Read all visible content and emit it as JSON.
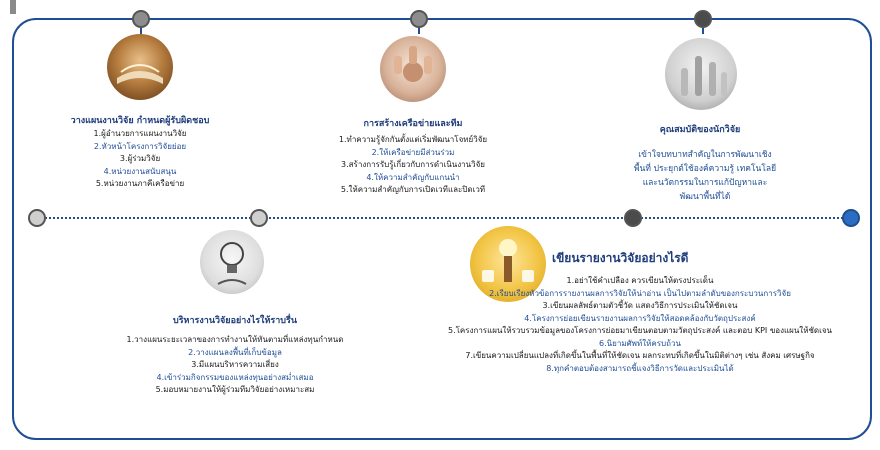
{
  "blocks": [
    {
      "title": "วางแผนงานวิจัย กำหนดผู้รับผิดชอบ",
      "items": [
        "1.ผู้อำนวยการแผนงานวิจัย",
        "2.หัวหน้าโครงการวิจัยย่อย",
        "3.ผู้ร่วมวิจัย",
        "4.หน่วยงานสนับสนุน",
        "5.หน่วยงานภาคีเครือข่าย"
      ]
    },
    {
      "title": "การสร้างเครือข่ายและทีม",
      "items": [
        "1.ทำความรู้จักกันตั้งแต่เริ่มพัฒนาโจทย์วิจัย",
        "2.ให้เครือข่ายมีส่วนร่วม",
        "3.สร้างการรับรู้เกี่ยวกับการดำเนินงานวิจัย",
        "4.ให้ความสำคัญกับแกนนำ",
        "5.ให้ความสำคัญกับการเปิดเวทีและปิดเวที"
      ]
    },
    {
      "title": "คุณสมบัติของนักวิจัย",
      "lines": [
        "เข้าใจบทบาทสำคัญในการพัฒนาเชิง",
        "พื้นที่ ประยุกต์ใช้องค์ความรู้ เทคโนโลยี",
        "และนวัตกรรมในการแก้ปัญหาและ",
        "พัฒนาพื้นที่ได้"
      ]
    },
    {
      "title": "บริหารงานวิจัยอย่างไรให้ราบรื่น",
      "items": [
        "1.วางแผนระยะเวลาของการทำงานให้ทันตามที่แหล่งทุนกำหนด",
        "2.วางแผนลงพื้นที่เก็บข้อมูล",
        "3.มีแผนบริหารความเสี่ยง",
        "4.เข้าร่วมกิจกรรมของแหล่งทุนอย่างสม่ำเสมอ",
        "5.มอบหมายงานให้ผู้ร่วมทีมวิจัยอย่างเหมาะสม"
      ]
    },
    {
      "title": "เขียนรายงานวิจัยอย่างไรดี",
      "items": [
        "1.อย่าใช้คำเปลือง ควรเขียนให้ตรงประเด็น",
        "2.เรียบเรียงหัวข้อการรายงานผลการวิจัยให้น่าอ่าน เป็นไปตามลำดับของกระบวนการวิจัย",
        "3.เขียนผลลัพธ์ตามตัวชี้วัด แสดงวิธีการประเมินให้ชัดเจน",
        "4.โครงการย่อยเขียนรายงานผลการวิจัยให้สอดคล้องกับวัตถุประสงค์",
        "5.โครงการแผนให้รวบรวมข้อมูลของโครงการย่อยมาเขียนตอบตามวัตถุประสงค์ และตอบ KPI ของแผนให้ชัดเจน",
        "6.นิยามศัพท์ให้ครบถ้วน",
        "7.เขียนความเปลี่ยนแปลงที่เกิดขึ้นในพื้นที่ให้ชัดเจน ผลกระทบที่เกิดขึ้นในมิติต่างๆ เช่น สังคม เศรษฐกิจ",
        "8.ทุกคำตอบต้องสามารถชี้แจงวิธีการวัดและประเมินได้"
      ]
    }
  ]
}
